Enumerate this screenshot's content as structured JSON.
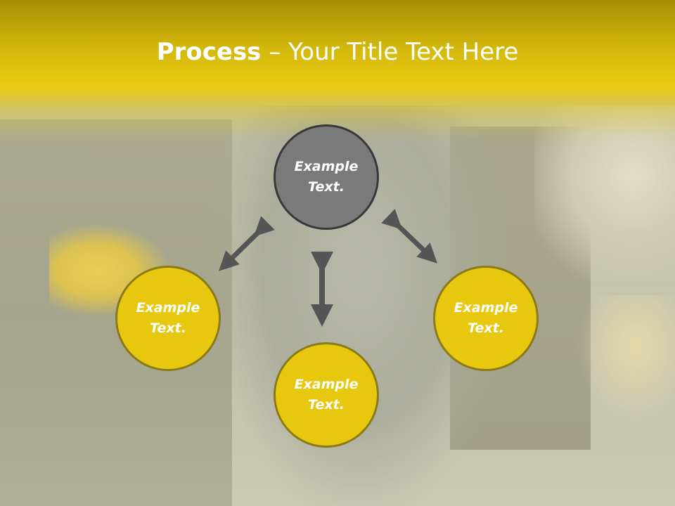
{
  "title": {
    "bold": "Process",
    "rest": " – Your Title Text Here"
  },
  "diagram": {
    "center": {
      "label": "Example Text.",
      "color": "#7a7a7a"
    },
    "left": {
      "label": "Example Text.",
      "color": "#e7c80f"
    },
    "bottom": {
      "label": "Example Text.",
      "color": "#e7c80f"
    },
    "right": {
      "label": "Example Text.",
      "color": "#e7c80f"
    },
    "arrow_color": "#555555"
  },
  "theme": {
    "band_color": "#e9cc12",
    "title_color": "#ffffff"
  }
}
